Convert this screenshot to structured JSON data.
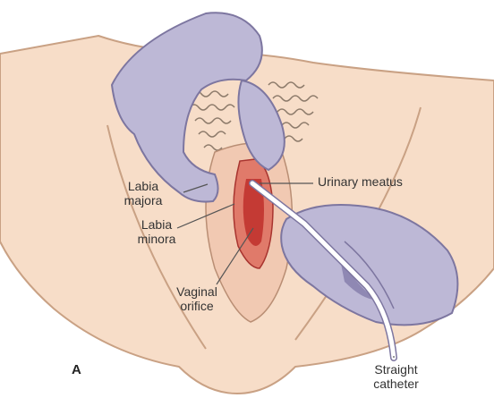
{
  "figure": {
    "panel_letter": "A",
    "labels": {
      "labia_majora": [
        "Labia",
        "majora"
      ],
      "labia_minora": [
        "Labia",
        "minora"
      ],
      "urinary_meatus": "Urinary meatus",
      "vaginal_orifice": [
        "Vaginal",
        "orifice"
      ],
      "straight_catheter": [
        "Straight",
        "catheter"
      ]
    }
  },
  "colors": {
    "skin": "#F7DDC8",
    "skin_outline": "#C9A184",
    "glove": "#BDB8D6",
    "glove_outline": "#7D76A0",
    "tissue_dark": "#C43A34",
    "tissue_light": "#E07A6A",
    "leader_line": "#555555"
  }
}
